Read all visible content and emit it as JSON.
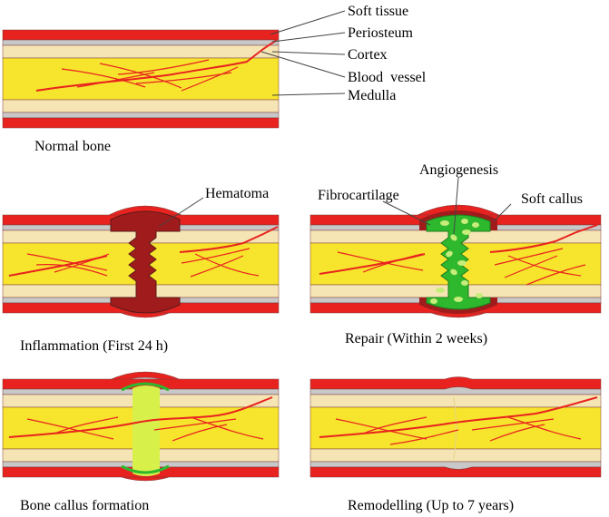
{
  "normal_bone": {
    "caption": "Normal bone",
    "labels": {
      "soft_tissue": "Soft tissue",
      "periosteum": "Periosteum",
      "cortex": "Cortex",
      "blood_vessel": "Blood  vessel",
      "medulla": "Medulla"
    }
  },
  "inflammation": {
    "caption": "Inflammation (First 24 h)",
    "hematoma": "Hematoma"
  },
  "repair": {
    "caption": "Repair (Within 2 weeks)",
    "angiogenesis": "Angiogenesis",
    "fibrocartilage": "Fibrocartilage",
    "soft_callus": "Soft callus"
  },
  "bone_callus": {
    "caption": "Bone callus formation"
  },
  "remodelling": {
    "caption": "Remodelling (Up to 7 years)"
  },
  "colors": {
    "soft_tissue": "#e8231f",
    "periosteum": "#c8c8c8",
    "cortex": "#f6e5b4",
    "medulla": "#f7e42c",
    "vessel": "#e8231f",
    "hematoma": "#a01c1c",
    "fibrocartilage_callus": "#2eb82e",
    "fibrocartilage_dots": "#c6ec7a",
    "bone_callus": "#d8f04a",
    "outline": "#5a1a1a"
  }
}
